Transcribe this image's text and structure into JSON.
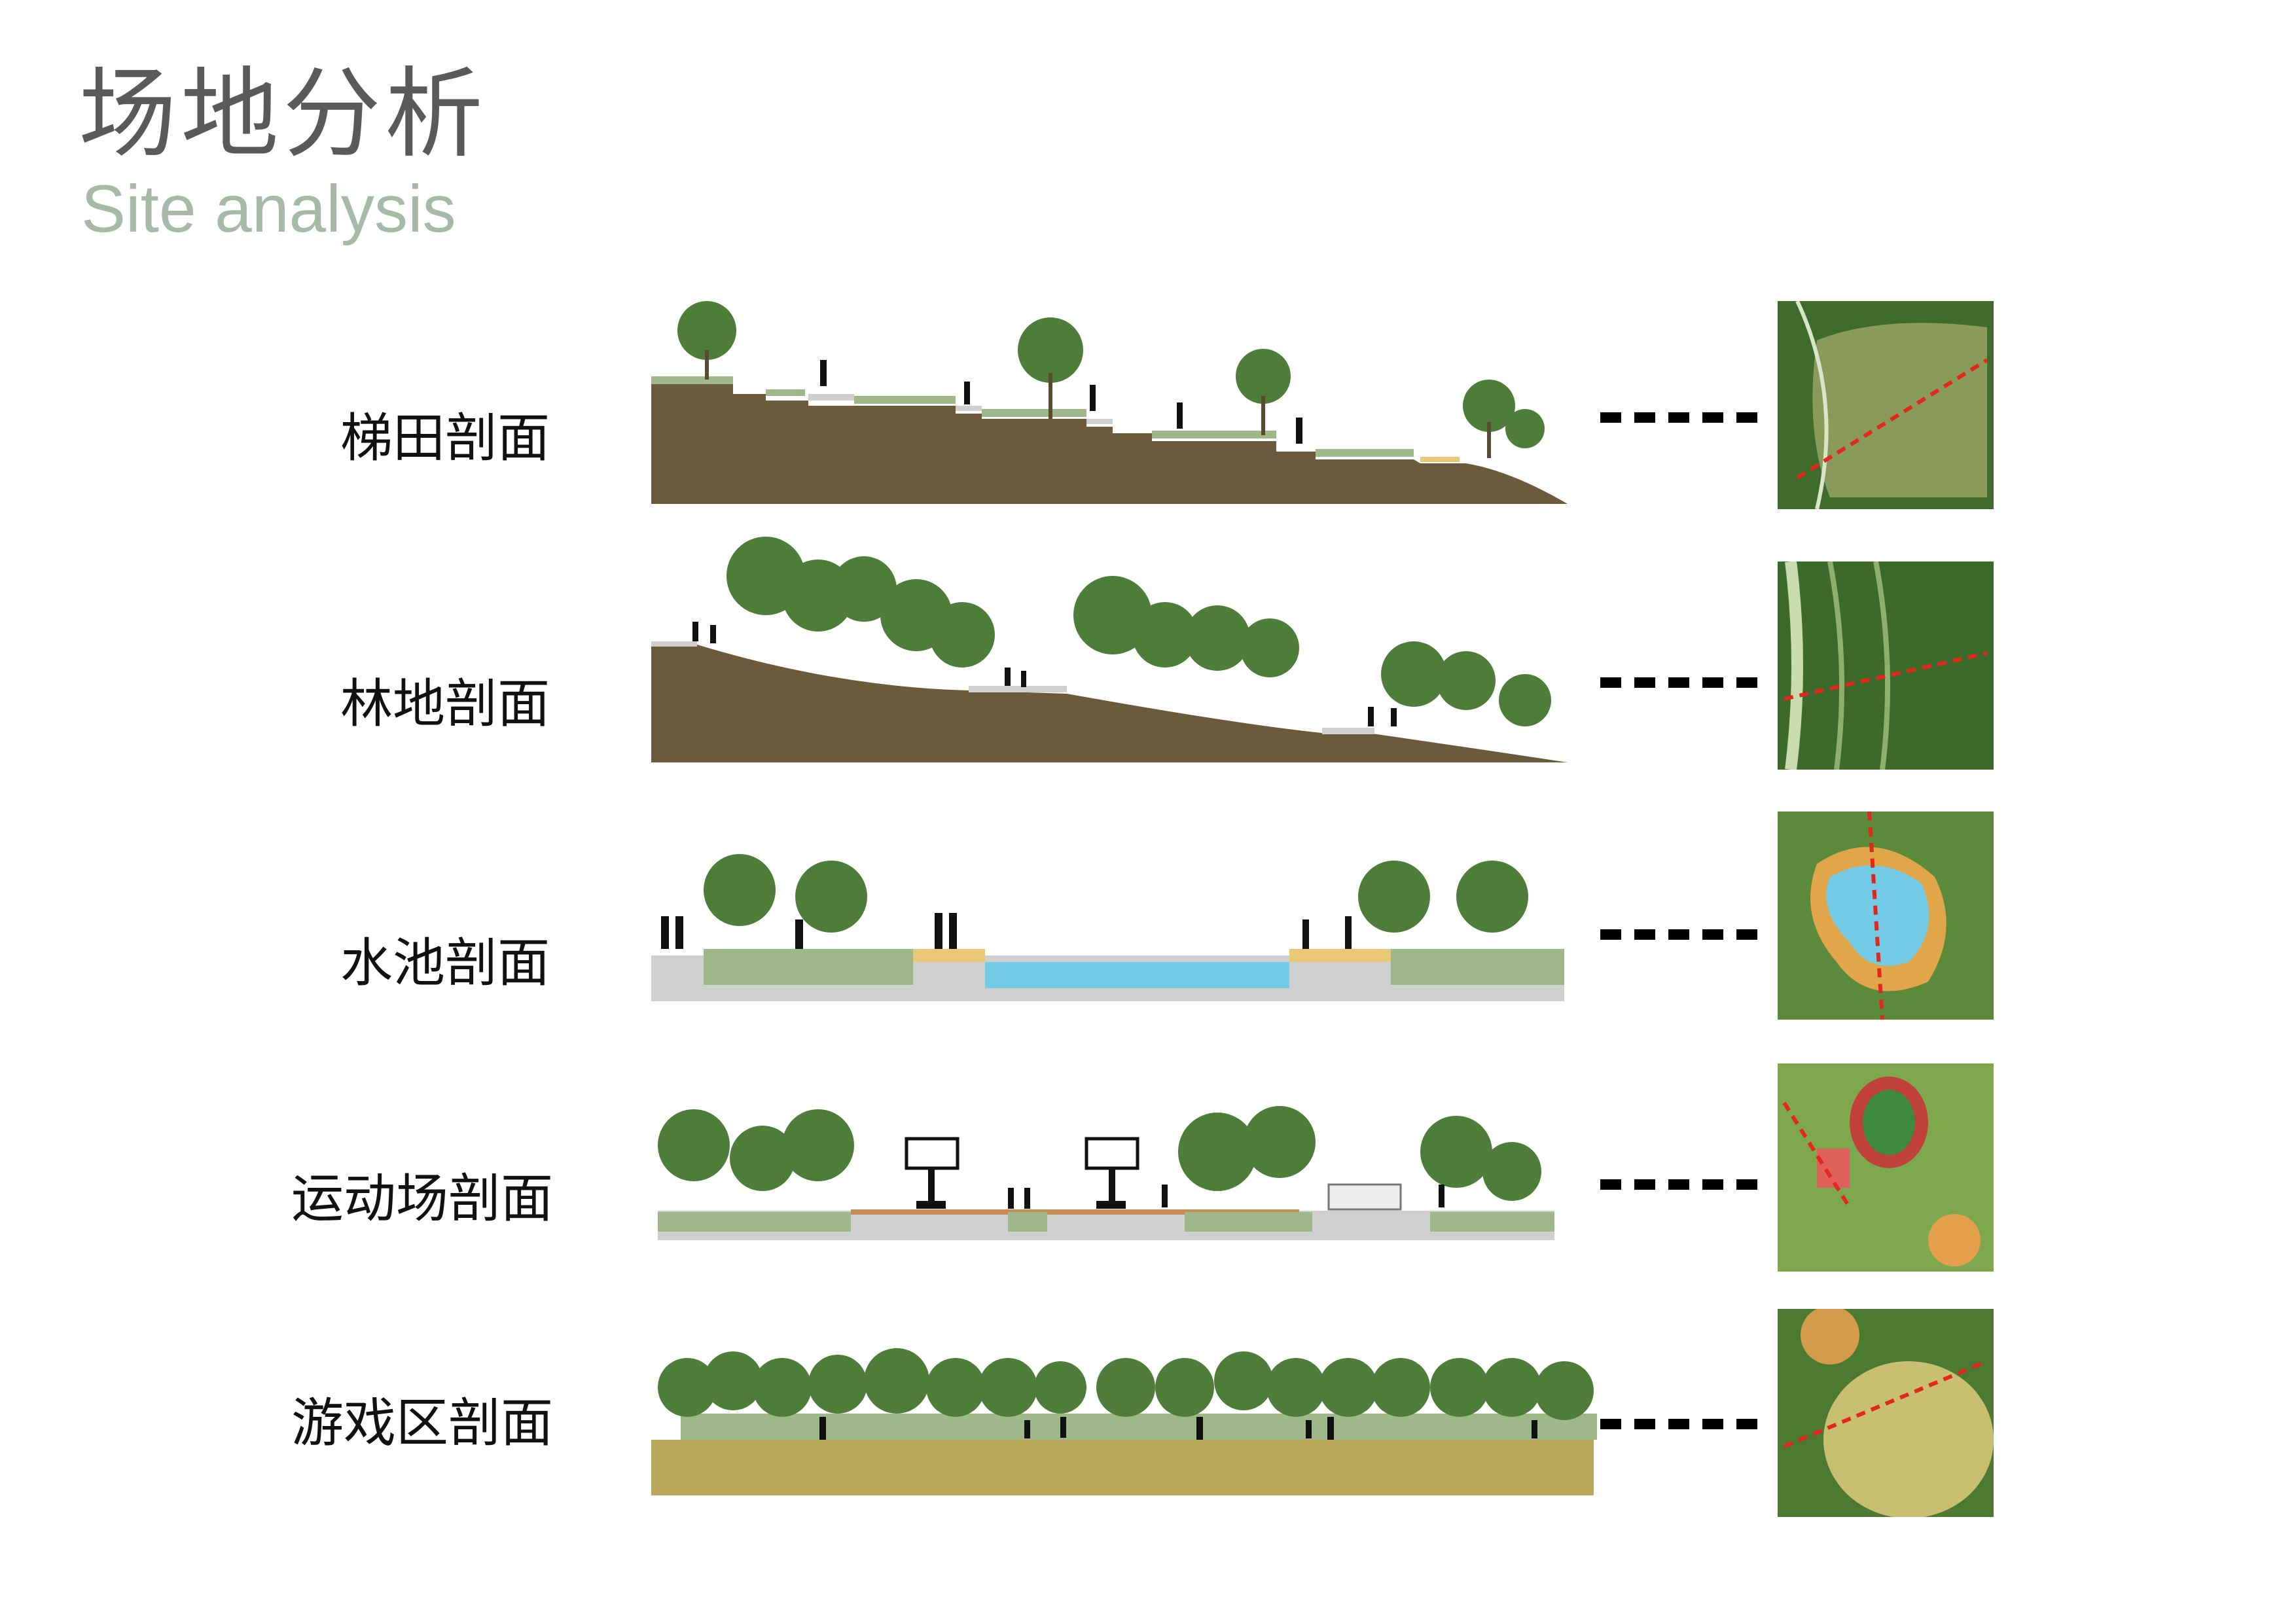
{
  "header": {
    "title_zh": "场地分析",
    "title_en": "Site analysis"
  },
  "sections": [
    {
      "label": "梯田剖面"
    },
    {
      "label": "林地剖面"
    },
    {
      "label": "水池剖面"
    },
    {
      "label": "运动场剖面"
    },
    {
      "label": "游戏区剖面"
    }
  ],
  "colors": {
    "soil": "#6b5a3c",
    "grass": "#9fb889",
    "paving": "#cfcfcf",
    "water": "#74cbe6",
    "sand": "#e8c877",
    "court": "#c78a54",
    "play_ground": "#b9a85a",
    "tree": "#4e7d3a",
    "dashed_line": "#e0281e",
    "connector": "#000000"
  },
  "icons": {
    "person": "person-silhouette-icon",
    "tree": "tree-icon",
    "hoop": "basketball-hoop-icon"
  }
}
